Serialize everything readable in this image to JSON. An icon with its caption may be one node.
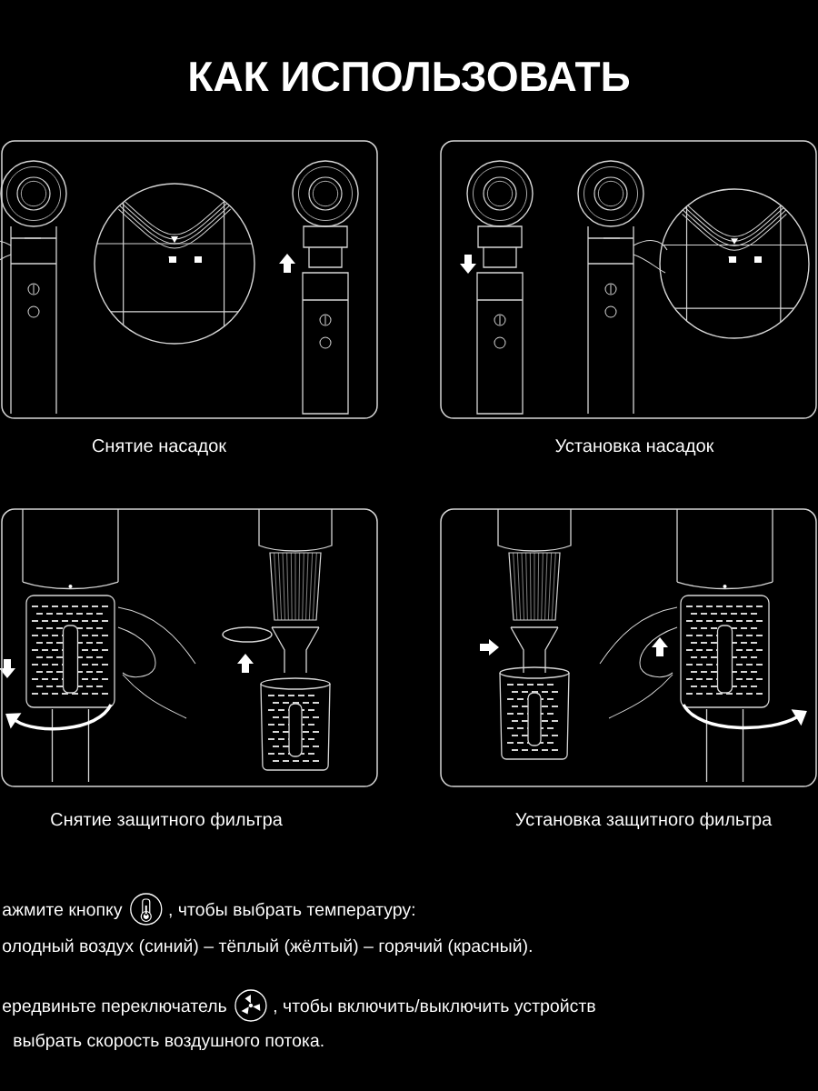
{
  "diagram": {
    "title": "КАК ИСПОЛЬЗОВАТЬ",
    "nodes": [
      {
        "text": [
          "Снятие насадок"
        ]
      },
      {
        "text": [
          "Установка насадок"
        ]
      },
      {
        "text": [
          "Снятие защитного фильтра"
        ]
      },
      {
        "text": [
          "Установка защитного фильтра"
        ]
      }
    ],
    "labels": [
      "ажмите кнопку",
      ", чтобы выбрать температуру:",
      "олодный воздух (синий) – тёплый (жёлтый) – горячий (красный).",
      "ередвиньте переключатель",
      ", чтобы включить/выключить устройств",
      "выбрать скорость воздушного потока."
    ]
  }
}
